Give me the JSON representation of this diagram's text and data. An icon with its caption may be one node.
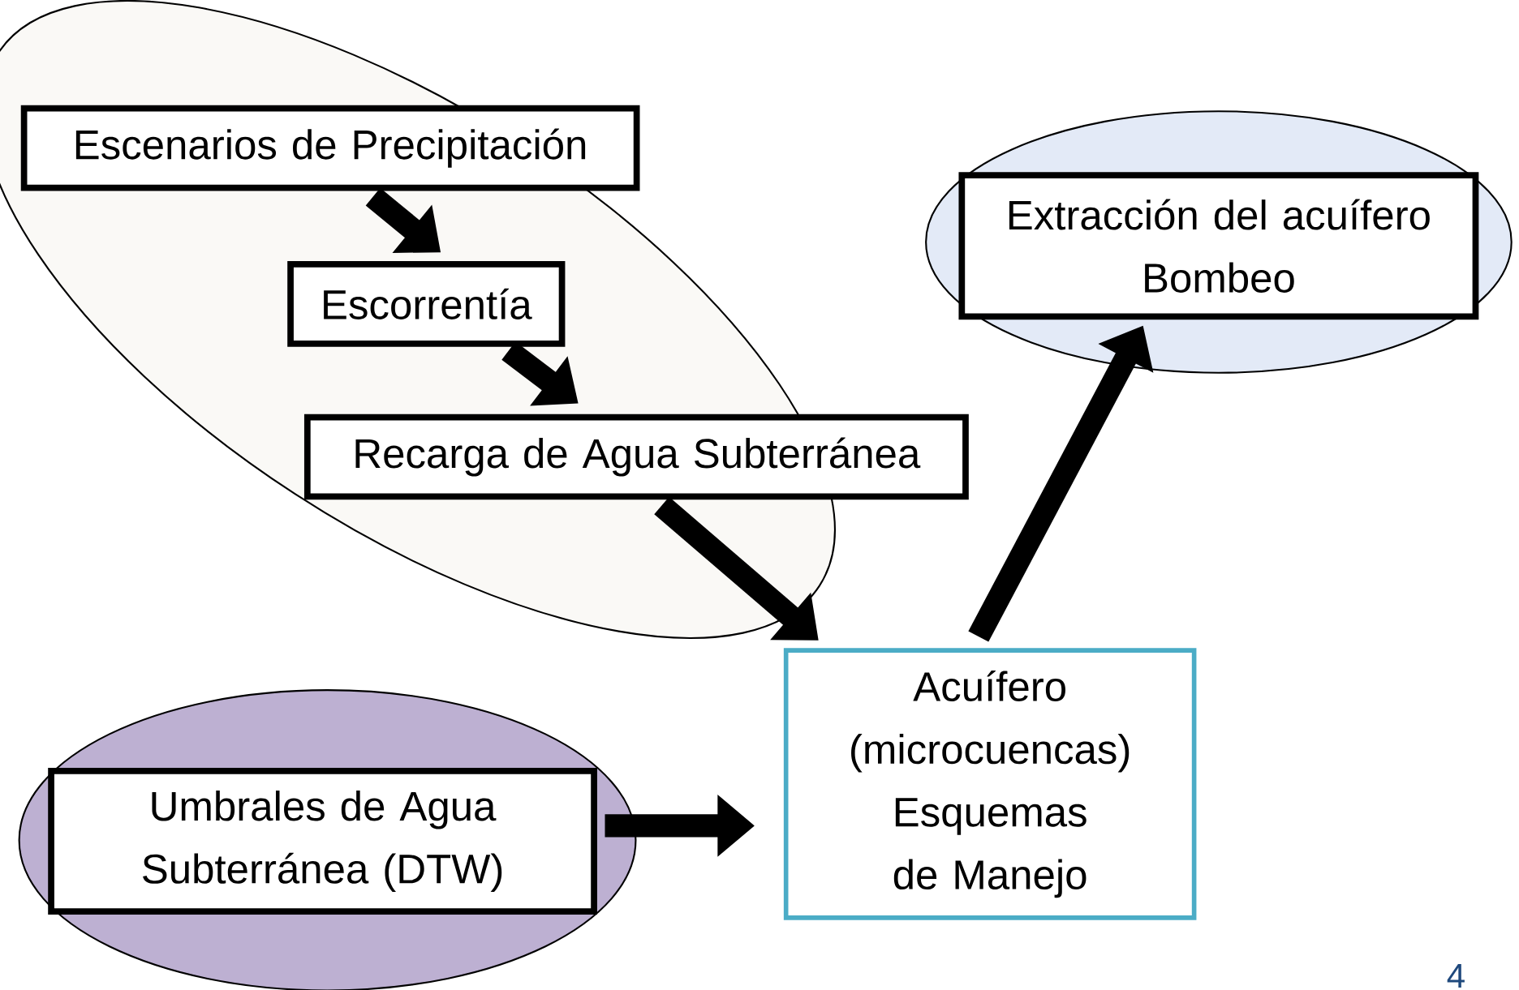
{
  "diagram": {
    "nodes": [
      {
        "text": [],
        "shape": "ellipse"
      },
      {
        "text": [
          "Escenarios de Precipitación"
        ],
        "in": 0
      },
      {
        "text": [
          "Escorrentía"
        ],
        "in": 0
      },
      {
        "text": [
          "Recarga de Agua Subterránea"
        ]
      },
      {
        "text": [],
        "shape": "ellipse"
      },
      {
        "text": [
          "Extracción del acuífero",
          "Bombeo"
        ],
        "in": 4
      },
      {
        "text": [],
        "shape": "ellipse"
      },
      {
        "text": [
          "Umbrales de Agua Subterránea (DTW)"
        ],
        "in": 6
      },
      {
        "text": [
          "Acuífero (microcuencas)",
          "Esquemas de Manejo"
        ]
      }
    ],
    "edges": [
      {
        "from": 1,
        "to": 2,
        "arrow": "to"
      },
      {
        "from": 2,
        "to": 3,
        "arrow": "to"
      },
      {
        "from": 3,
        "to": 8,
        "arrow": "to"
      },
      {
        "from": 8,
        "to": 5,
        "arrow": "to"
      },
      {
        "from": 7,
        "to": 8,
        "arrow": "to"
      }
    ],
    "labels": [
      "4"
    ]
  }
}
